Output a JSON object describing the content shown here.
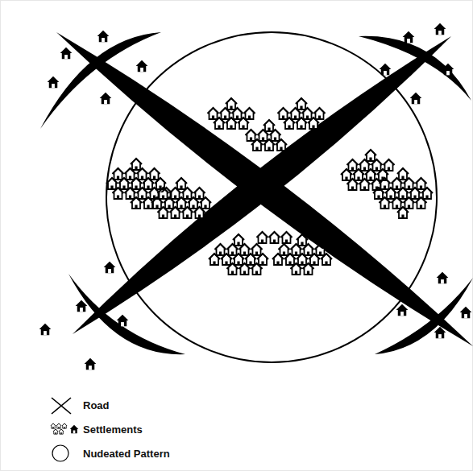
{
  "diagram": {
    "legend": [
      {
        "text": "Road"
      },
      {
        "text": "Settlements"
      },
      {
        "text": "Nudeated Pattern"
      }
    ]
  }
}
